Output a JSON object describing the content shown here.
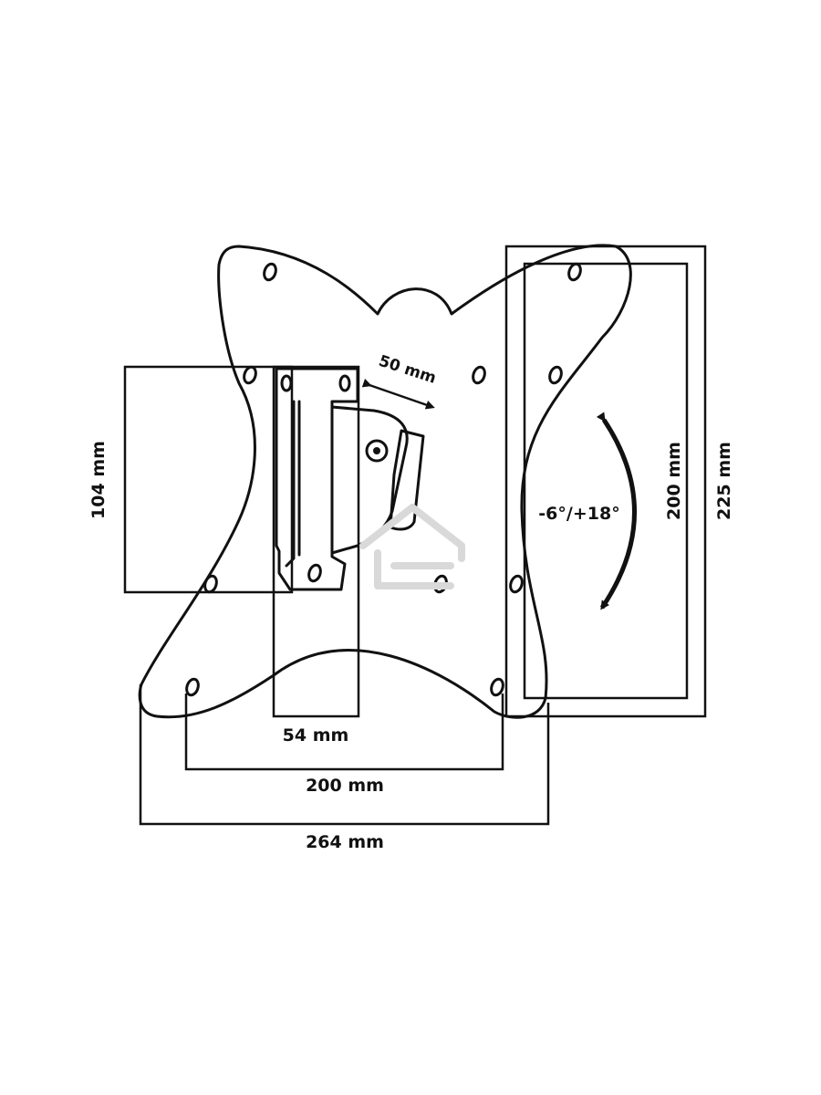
{
  "diagram": {
    "labels": {
      "arm_depth": "50 mm",
      "plate_height": "104 mm",
      "plate_width": "54 mm",
      "vesa_horizontal": "200 mm",
      "overall_width": "264 mm",
      "vesa_vertical": "200 mm",
      "overall_height": "225 mm",
      "tilt_range": "-6°/+18°"
    },
    "icons": [
      "house-watermark-icon",
      "tilt-arrow-icon",
      "depth-arrow-icon"
    ],
    "colors": {
      "line": "#111111",
      "background": "#ffffff",
      "watermark": "#d9d9d9"
    }
  }
}
